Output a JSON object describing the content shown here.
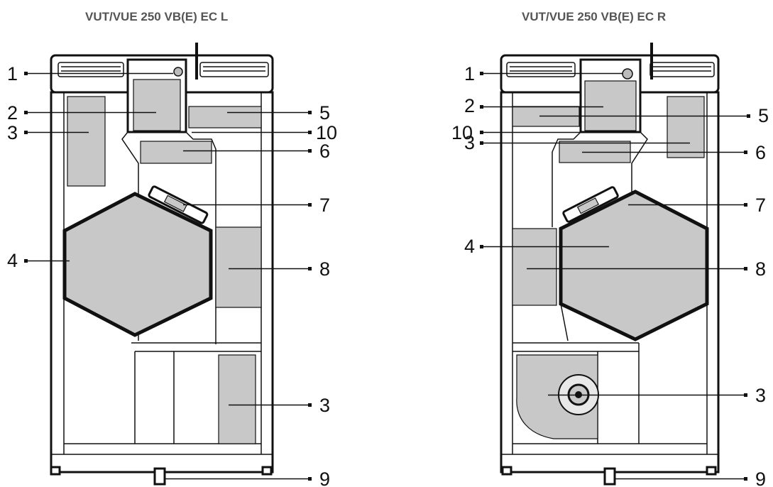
{
  "titles": {
    "left": "VUT/VUE 250 VB(E) EC L",
    "right": "VUT/VUE 250 VB(E) EC R"
  },
  "left_unit": {
    "callouts": [
      {
        "num": "1",
        "side": "left"
      },
      {
        "num": "2",
        "side": "left"
      },
      {
        "num": "3",
        "side": "left"
      },
      {
        "num": "4",
        "side": "left"
      },
      {
        "num": "5",
        "side": "right"
      },
      {
        "num": "10",
        "side": "right"
      },
      {
        "num": "6",
        "side": "right"
      },
      {
        "num": "7",
        "side": "right"
      },
      {
        "num": "8",
        "side": "right"
      },
      {
        "num": "3",
        "side": "right"
      },
      {
        "num": "9",
        "side": "right"
      }
    ]
  },
  "right_unit": {
    "callouts": [
      {
        "num": "1",
        "side": "left"
      },
      {
        "num": "2",
        "side": "left"
      },
      {
        "num": "10",
        "side": "left"
      },
      {
        "num": "3",
        "side": "left"
      },
      {
        "num": "4",
        "side": "left"
      },
      {
        "num": "5",
        "side": "right"
      },
      {
        "num": "6",
        "side": "right"
      },
      {
        "num": "7",
        "side": "right"
      },
      {
        "num": "8",
        "side": "right"
      },
      {
        "num": "3",
        "side": "right"
      },
      {
        "num": "9",
        "side": "right"
      }
    ]
  },
  "colors": {
    "component_fill": "#c8c8c8",
    "line": "#111111",
    "title": "#555555"
  }
}
